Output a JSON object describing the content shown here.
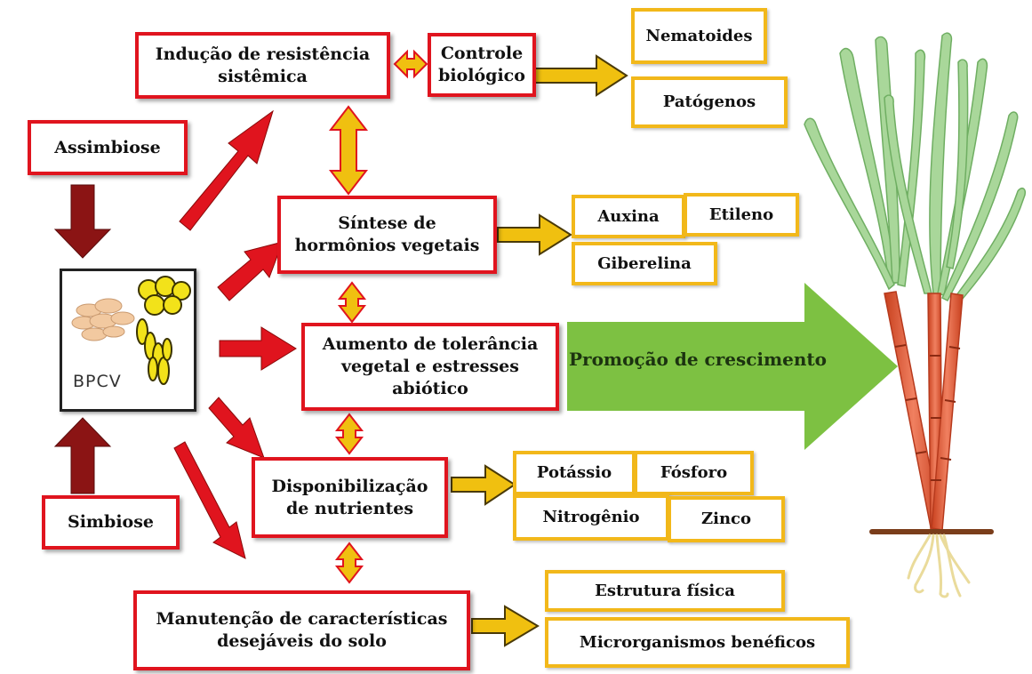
{
  "bpcv": {
    "label": "BPCV"
  },
  "inputs": {
    "assimbiose": "Assimbiose",
    "simbiose": "Simbiose"
  },
  "main_boxes": {
    "inducao": [
      "Indução de resistência",
      "sistêmica"
    ],
    "controle": [
      "Controle",
      "biológico"
    ],
    "sintese": [
      "Síntese de",
      "hormônios vegetais"
    ],
    "tolerancia": [
      "Aumento de tolerância",
      "vegetal e estresses",
      "abiótico"
    ],
    "disponibilizacao": [
      "Disponibilização",
      "de nutrientes"
    ],
    "manutencao": [
      "Manutenção de características",
      "desejáveis do solo"
    ]
  },
  "outcomes": {
    "controle": [
      "Nematoides",
      "Patógenos"
    ],
    "hormonios": [
      "Auxina",
      "Etileno",
      "Giberelina"
    ],
    "nutrientes": [
      "Potássio",
      "Fósforo",
      "Nitrogênio",
      "Zinco"
    ],
    "solo": [
      "Estrutura física",
      "Microrganismos benéficos"
    ]
  },
  "growth": {
    "label": "Promoção de crescimento"
  },
  "colors": {
    "box_border_red": "#e0141e",
    "box_border_yellow": "#f2b81a",
    "arrow_red": "#e0141e",
    "arrow_dark_red": "#8b1414",
    "arrow_yellow": "#f0c010",
    "growth_arrow": "#7dc142",
    "leaf_green": "#9fcf8c",
    "stem_red": "#e06040"
  }
}
